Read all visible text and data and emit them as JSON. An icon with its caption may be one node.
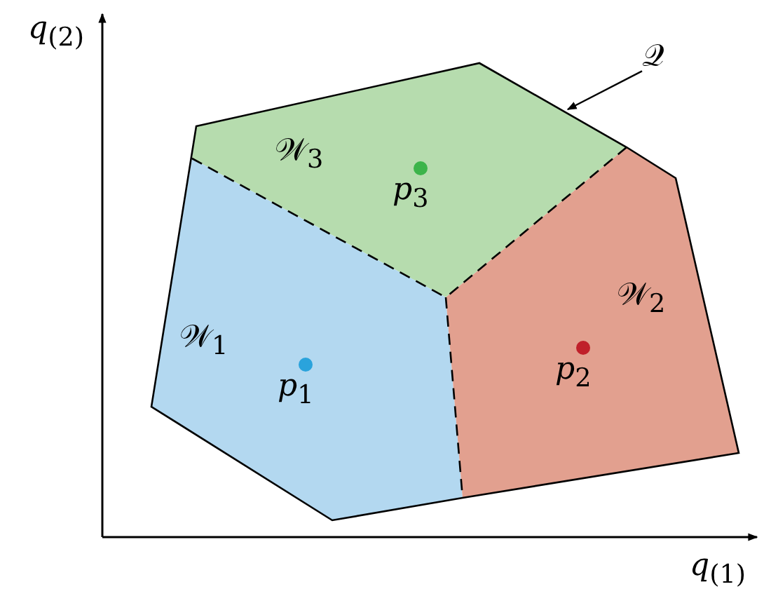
{
  "diagram": {
    "nodes": [
      {
        "text": [],
        "shape": "polygon"
      },
      {
        "text": [
          "𝒲$_{3}$"
        ],
        "in": 0
      },
      {
        "text": [],
        "shape": "circle",
        "in": 1,
        "beside": [
          "*p*$_{3}$"
        ]
      },
      {
        "text": [
          "𝒲$_{1}$"
        ],
        "in": 0
      },
      {
        "text": [],
        "shape": "circle",
        "in": 3,
        "beside": [
          "*p*$_{1}$"
        ]
      },
      {
        "text": [
          "𝒲$_{2}$"
        ],
        "in": 0
      },
      {
        "text": [],
        "shape": "circle",
        "in": 5,
        "beside": [
          "*p*$_{2}$"
        ]
      },
      {
        "text": [
          "𝒬"
        ]
      }
    ],
    "edges": [
      {
        "from": 7,
        "to": 0,
        "arrow": "to"
      }
    ],
    "labels": [
      "*q*$_{(2)}$",
      "*q*$_{(1)}$"
    ]
  }
}
